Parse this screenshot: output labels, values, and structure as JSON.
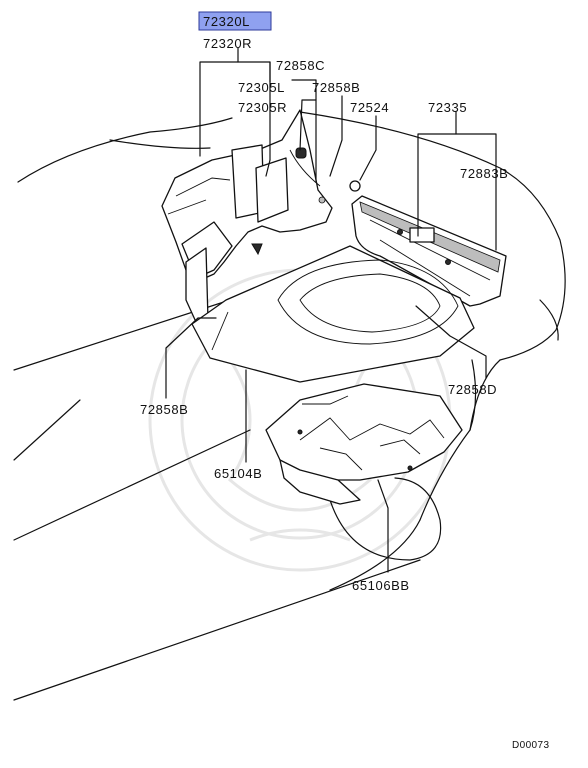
{
  "diagram": {
    "highlighted_part": "72320L",
    "drawing_code": "D00073",
    "callouts": [
      {
        "id": "p72320R",
        "number": "72320R"
      },
      {
        "id": "p72858C",
        "number": "72858C"
      },
      {
        "id": "p72305L",
        "number": "72305L"
      },
      {
        "id": "p72858B_top",
        "number": "72858B"
      },
      {
        "id": "p72305R",
        "number": "72305R"
      },
      {
        "id": "p72524",
        "number": "72524"
      },
      {
        "id": "p72335",
        "number": "72335"
      },
      {
        "id": "p72883B",
        "number": "72883B"
      },
      {
        "id": "p72858B_left",
        "number": "72858B"
      },
      {
        "id": "p72858D",
        "number": "72858D"
      },
      {
        "id": "p65104B",
        "number": "65104B"
      },
      {
        "id": "p65106BB",
        "number": "65106BB"
      }
    ]
  }
}
